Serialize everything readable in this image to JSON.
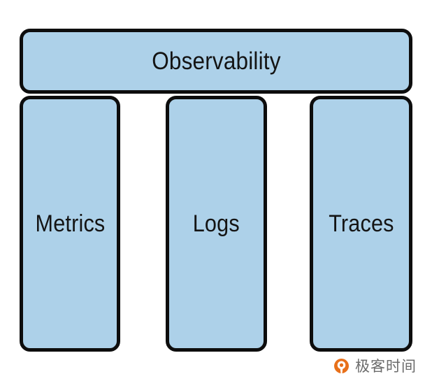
{
  "diagram": {
    "type": "hierarchy-block-diagram",
    "background_color": "#FFFFFF",
    "node_fill_color": "#ADD1E9",
    "node_stroke_color": "#0D0D0D",
    "label_color": "#141414",
    "parent": {
      "label": "Observability"
    },
    "children": [
      {
        "label": "Metrics"
      },
      {
        "label": "Logs"
      },
      {
        "label": "Traces"
      }
    ]
  },
  "watermark": {
    "text": "极客时间",
    "logo_icon": "geektime-logo-icon",
    "logo_color": "#E8701A",
    "text_color": "#6B6B6B"
  }
}
